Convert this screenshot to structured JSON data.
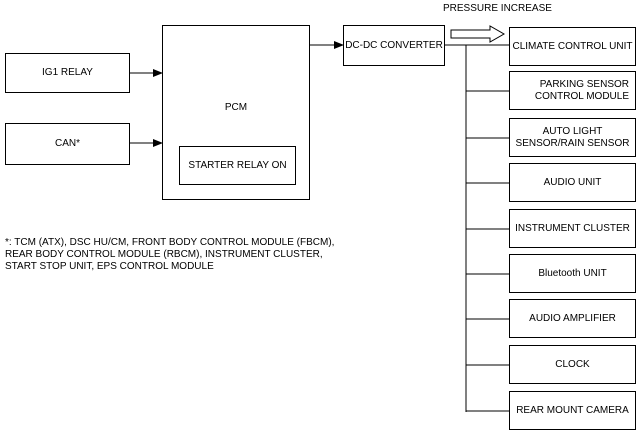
{
  "inputs": {
    "ig1_relay": "IG1 RELAY",
    "can": "CAN*"
  },
  "pcm": {
    "label": "PCM",
    "starter_relay": "STARTER RELAY ON"
  },
  "dc_dc_converter": "DC-DC CONVERTER",
  "pressure_increase": "PRESSURE INCREASE",
  "footnote": "*: TCM (ATX), DSC HU/CM, FRONT BODY CONTROL MODULE (FBCM),\nREAR BODY CONTROL MODULE (RBCM), INSTRUMENT CLUSTER,\nSTART STOP UNIT, EPS CONTROL MODULE",
  "outputs": [
    "CLIMATE CONTROL UNIT",
    "PARKING SENSOR\nCONTROL MODULE",
    "AUTO LIGHT\nSENSOR/RAIN SENSOR",
    "AUDIO UNIT",
    "INSTRUMENT CLUSTER",
    "Bluetooth UNIT",
    "AUDIO AMPLIFIER",
    "CLOCK",
    "REAR MOUNT CAMERA"
  ]
}
